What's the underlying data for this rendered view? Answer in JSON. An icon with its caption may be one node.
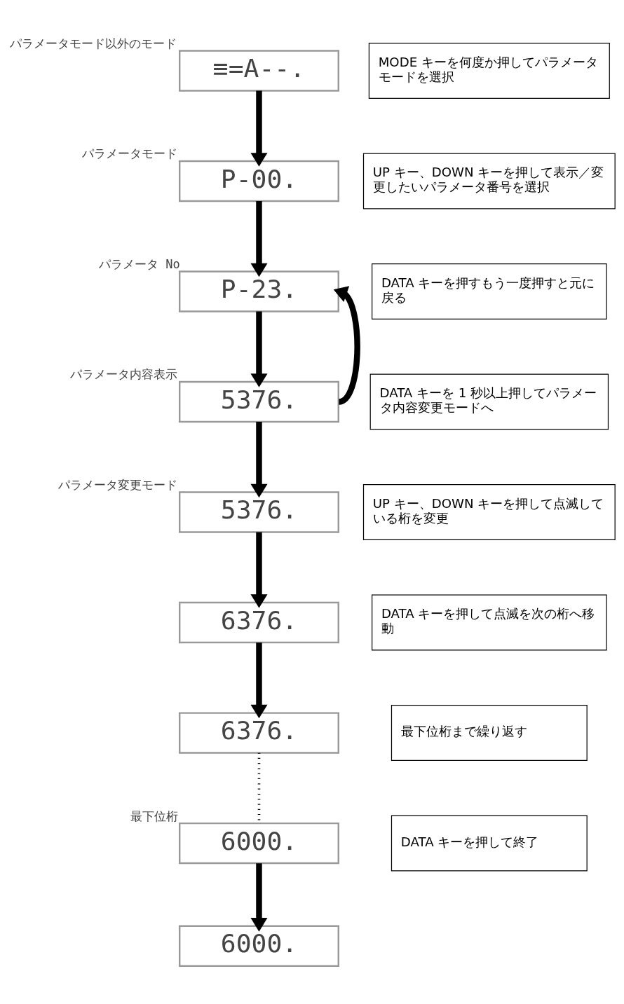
{
  "diagram": {
    "nodes": [
      {
        "text": [
          "≡=A--."
        ],
        "beside": [
          "パラメータモード以外のモード"
        ]
      },
      {
        "text": [
          "P-00."
        ],
        "beside": [
          "パラメータモード"
        ]
      },
      {
        "text": [
          "P-23."
        ],
        "beside": [
          "パラメータ No"
        ]
      },
      {
        "text": [
          "5376."
        ],
        "beside": [
          "パラメータ内容表示"
        ]
      },
      {
        "text": [
          "5376."
        ],
        "beside": [
          "パラメータ変更モード"
        ]
      },
      {
        "text": [
          "6376."
        ]
      },
      {
        "text": [
          "6376."
        ]
      },
      {
        "text": [
          "6000."
        ],
        "beside": [
          "最下位桁"
        ]
      },
      {
        "text": [
          "6000."
        ]
      },
      {
        "text": [
          "MODE キーを何度か押してパラメータモードを選択"
        ]
      },
      {
        "text": [
          "UP キー、DOWN キーを押して表示／変更したいパラメータ番号を選択"
        ]
      },
      {
        "text": [
          "DATA キーを押すもう一度押すと元に戻る"
        ]
      },
      {
        "text": [
          "DATA キーを 1 秒以上押してパラメータ内容変更モードへ"
        ]
      },
      {
        "text": [
          "UP キー、DOWN キーを押して点滅している桁を変更"
        ]
      },
      {
        "text": [
          "DATA キーを押して点滅を次の桁へ移動"
        ]
      },
      {
        "text": [
          "最下位桁まで繰り返す"
        ]
      },
      {
        "text": [
          "DATA キーを押して終了"
        ]
      }
    ],
    "edges": [
      {
        "from": 0,
        "to": 1,
        "arrow": "to"
      },
      {
        "from": 1,
        "to": 2,
        "arrow": "to"
      },
      {
        "from": 2,
        "to": 3,
        "arrow": "to"
      },
      {
        "from": 3,
        "to": 2,
        "arrow": "to"
      },
      {
        "from": 3,
        "to": 4,
        "arrow": "to"
      },
      {
        "from": 4,
        "to": 5,
        "arrow": "to"
      },
      {
        "from": 5,
        "to": 6,
        "arrow": "to"
      },
      {
        "from": 6,
        "to": 7,
        "arrow": "none",
        "style": "dashed"
      },
      {
        "from": 7,
        "to": 8,
        "arrow": "to"
      }
    ]
  }
}
